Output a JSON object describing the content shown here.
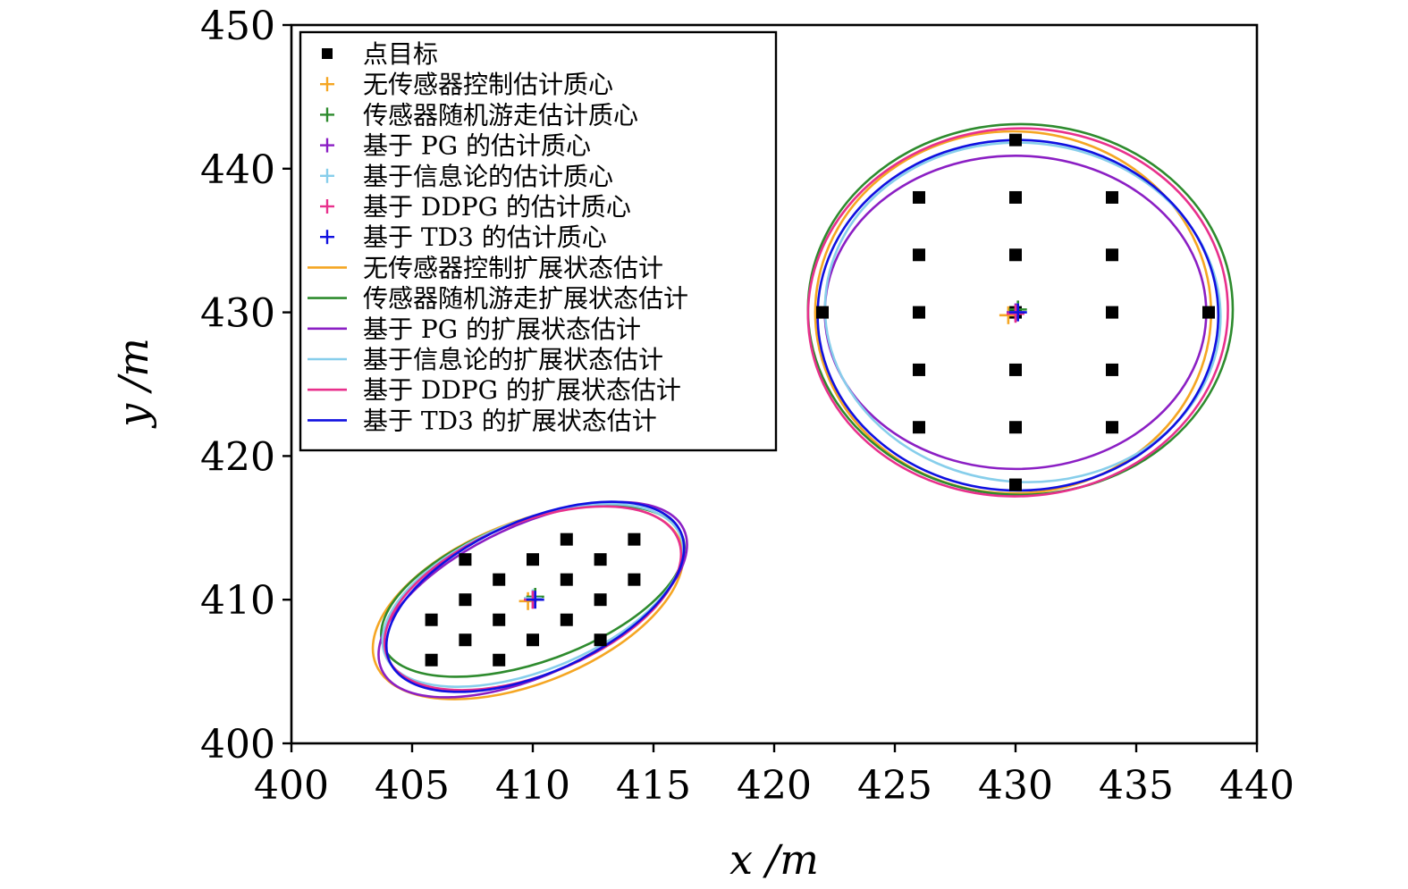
{
  "chart_data": {
    "type": "scatter",
    "xlabel": "x /m",
    "ylabel": "y /m",
    "xlim": [
      400,
      440
    ],
    "ylim": [
      400,
      450
    ],
    "xticks": [
      "400",
      "405",
      "410",
      "415",
      "420",
      "425",
      "430",
      "435",
      "440"
    ],
    "yticks": [
      "400",
      "410",
      "420",
      "430",
      "440",
      "450"
    ],
    "grid": false,
    "legend_position": "top-left",
    "point_targets": {
      "name": "点目标",
      "color": "#000000",
      "points": [
        [
          430,
          442
        ],
        [
          426,
          438
        ],
        [
          430,
          438
        ],
        [
          434,
          438
        ],
        [
          426,
          434
        ],
        [
          430,
          434
        ],
        [
          434,
          434
        ],
        [
          422,
          430
        ],
        [
          426,
          430
        ],
        [
          430,
          430
        ],
        [
          434,
          430
        ],
        [
          438,
          430
        ],
        [
          426,
          426
        ],
        [
          430,
          426
        ],
        [
          434,
          426
        ],
        [
          426,
          422
        ],
        [
          430,
          422
        ],
        [
          434,
          422
        ],
        [
          430,
          418
        ],
        [
          414.2,
          414.2
        ],
        [
          411.4,
          414.2
        ],
        [
          407.2,
          412.8
        ],
        [
          410,
          412.8
        ],
        [
          412.8,
          412.8
        ],
        [
          408.6,
          411.4
        ],
        [
          411.4,
          411.4
        ],
        [
          414.2,
          411.4
        ],
        [
          407.2,
          410
        ],
        [
          412.8,
          410
        ],
        [
          405.8,
          408.6
        ],
        [
          408.6,
          408.6
        ],
        [
          411.4,
          408.6
        ],
        [
          407.2,
          407.2
        ],
        [
          410,
          407.2
        ],
        [
          412.8,
          407.2
        ],
        [
          405.8,
          405.8
        ],
        [
          408.6,
          405.8
        ]
      ]
    },
    "centroids": [
      {
        "name": "无传感器控制估计质心",
        "color": "#f5a623",
        "points": [
          [
            429.7,
            429.8
          ],
          [
            409.8,
            409.9
          ]
        ]
      },
      {
        "name": "传感器随机游走估计质心",
        "color": "#2e8b2e",
        "points": [
          [
            430.1,
            430.2
          ],
          [
            410.1,
            410.2
          ]
        ]
      },
      {
        "name": "基于 PG 的估计质心",
        "color": "#8b1fc4",
        "points": [
          [
            430.0,
            430.0
          ],
          [
            410.0,
            410.0
          ]
        ]
      },
      {
        "name": "基于信息论的估计质心",
        "color": "#87ceeb",
        "points": [
          [
            430.1,
            430.0
          ],
          [
            410.0,
            410.1
          ]
        ]
      },
      {
        "name": "基于 DDPG 的估计质心",
        "color": "#e8308c",
        "points": [
          [
            430.0,
            429.9
          ],
          [
            410.0,
            410.0
          ]
        ]
      },
      {
        "name": "基于 TD3 的估计质心",
        "color": "#1010e0",
        "points": [
          [
            430.1,
            430.0
          ],
          [
            410.1,
            410.0
          ]
        ]
      }
    ],
    "extents": [
      {
        "name": "无传感器控制扩展状态估计",
        "color": "#f5a623",
        "ellipses": [
          {
            "cx": 429.9,
            "cy": 430.0,
            "rx": 8.2,
            "ry": 12.6,
            "angle": 0
          },
          {
            "cx": 409.8,
            "cy": 409.8,
            "rx": 6.8,
            "ry": 5.6,
            "angle": 22
          }
        ]
      },
      {
        "name": "传感器随机游走扩展状态估计",
        "color": "#2e8b2e",
        "ellipses": [
          {
            "cx": 430.2,
            "cy": 430.2,
            "rx": 8.8,
            "ry": 12.9,
            "angle": 0
          },
          {
            "cx": 410.0,
            "cy": 410.6,
            "rx": 6.6,
            "ry": 4.9,
            "angle": 20
          }
        ]
      },
      {
        "name": "基于 PG 的扩展状态估计",
        "color": "#8b1fc4",
        "ellipses": [
          {
            "cx": 430.0,
            "cy": 430.0,
            "rx": 7.9,
            "ry": 10.9,
            "angle": 0
          },
          {
            "cx": 410.0,
            "cy": 410.0,
            "rx": 6.9,
            "ry": 5.2,
            "angle": 25
          }
        ]
      },
      {
        "name": "基于信息论的扩展状态估计",
        "color": "#87ceeb",
        "ellipses": [
          {
            "cx": 430.3,
            "cy": 430.0,
            "rx": 8.2,
            "ry": 11.8,
            "angle": -5
          },
          {
            "cx": 410.0,
            "cy": 410.3,
            "rx": 6.6,
            "ry": 5.2,
            "angle": 22
          }
        ]
      },
      {
        "name": "基于 DDPG 的扩展状态估计",
        "color": "#e8308c",
        "ellipses": [
          {
            "cx": 430.1,
            "cy": 430.0,
            "rx": 8.7,
            "ry": 12.8,
            "angle": 3
          },
          {
            "cx": 410.0,
            "cy": 410.1,
            "rx": 6.5,
            "ry": 5.3,
            "angle": 22
          }
        ]
      },
      {
        "name": "基于 TD3 的扩展状态估计",
        "color": "#1010e0",
        "ellipses": [
          {
            "cx": 430.1,
            "cy": 429.8,
            "rx": 8.3,
            "ry": 12.2,
            "angle": 0
          },
          {
            "cx": 410.1,
            "cy": 410.2,
            "rx": 6.6,
            "ry": 5.3,
            "angle": 24
          }
        ]
      }
    ]
  }
}
